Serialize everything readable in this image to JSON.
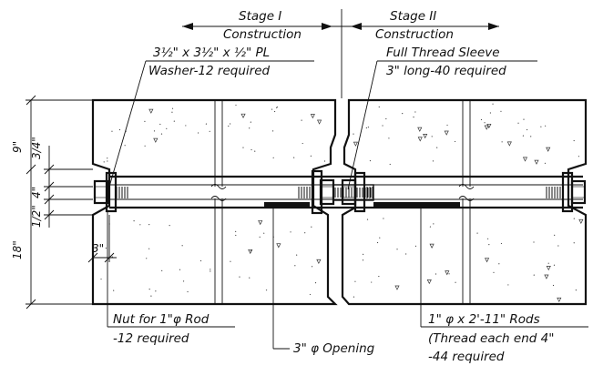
{
  "labels": {
    "stage1_line1": "Stage I",
    "stage1_line2": "Construction",
    "stage2_line1": "Stage II",
    "stage2_line2": "Construction",
    "washer_line1": "3½\" x 3½\" x ½\" PL",
    "washer_line2": "Washer-12 required",
    "sleeve_line1": "Full Thread Sleeve",
    "sleeve_line2": "3\" long-40 required",
    "nut_line1": "Nut for 1\"φ Rod",
    "nut_line2": "-12 required",
    "opening": "3\" φ Opening",
    "rods_line1": "1\" φ x 2'-11\" Rods",
    "rods_line2": "(Thread each end 4\"",
    "rods_line3": "-44 required"
  },
  "dimensions": {
    "top_slab": "9\"",
    "upper_quarter": "3/4\"",
    "rod_zone": "4\"",
    "lower_half": "1/2\"",
    "bottom_slab": "18\"",
    "edge_offset": "3\""
  }
}
